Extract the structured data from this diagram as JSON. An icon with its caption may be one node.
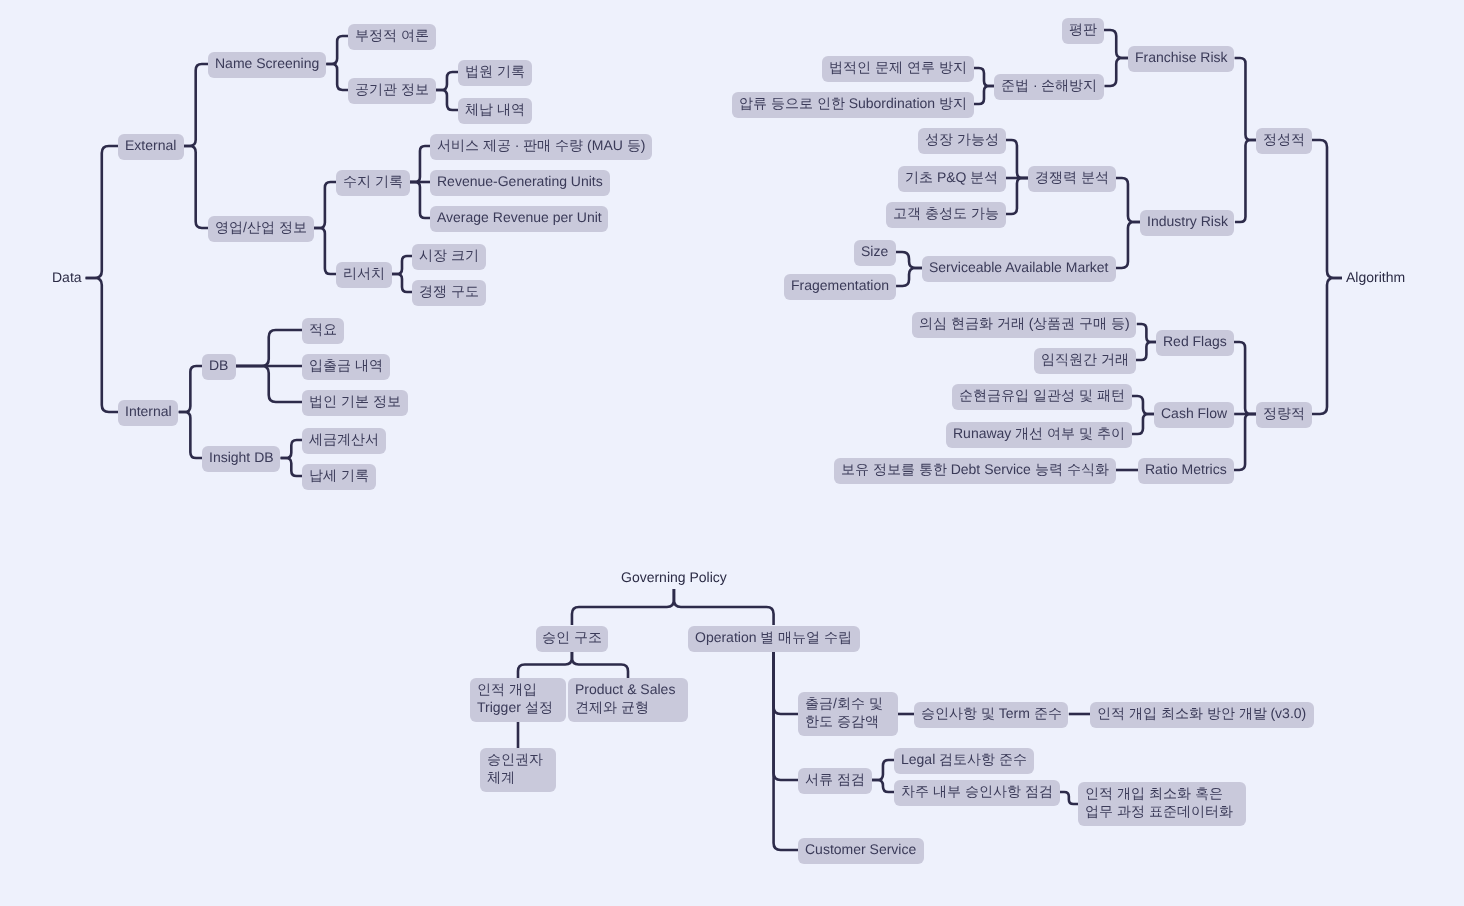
{
  "diagram": {
    "nodes": [
      {
        "text": [
          "Data"
        ]
      },
      {
        "text": [
          "External"
        ]
      },
      {
        "text": [
          "Name Screening"
        ]
      },
      {
        "text": [
          "부정적 여론"
        ]
      },
      {
        "text": [
          "공기관 정보"
        ]
      },
      {
        "text": [
          "법원 기록"
        ]
      },
      {
        "text": [
          "체납 내역"
        ]
      },
      {
        "text": [
          "영업/산업 정보"
        ]
      },
      {
        "text": [
          "수지 기록"
        ]
      },
      {
        "text": [
          "서비스 제공 · 판매 수량 (MAU 등)"
        ]
      },
      {
        "text": [
          "Revenue-Generating Units"
        ]
      },
      {
        "text": [
          "Average Revenue per Unit"
        ]
      },
      {
        "text": [
          "리서치"
        ]
      },
      {
        "text": [
          "시장 크기"
        ]
      },
      {
        "text": [
          "경쟁 구도"
        ]
      },
      {
        "text": [
          "Internal"
        ]
      },
      {
        "text": [
          "DB"
        ]
      },
      {
        "text": [
          "적요"
        ]
      },
      {
        "text": [
          "입출금 내역"
        ]
      },
      {
        "text": [
          "법인 기본 정보"
        ]
      },
      {
        "text": [
          "Insight DB"
        ]
      },
      {
        "text": [
          "세금계산서"
        ]
      },
      {
        "text": [
          "납세 기록"
        ]
      },
      {
        "text": [
          "Algorithm"
        ]
      },
      {
        "text": [
          "정성적"
        ]
      },
      {
        "text": [
          "Franchise Risk"
        ]
      },
      {
        "text": [
          "평판"
        ]
      },
      {
        "text": [
          "준법 · 손해방지"
        ]
      },
      {
        "text": [
          "법적인 문제 연루 방지"
        ]
      },
      {
        "text": [
          "압류 등으로 인한 Subordination 방지"
        ]
      },
      {
        "text": [
          "Industry Risk"
        ]
      },
      {
        "text": [
          "경쟁력 분석"
        ]
      },
      {
        "text": [
          "성장 가능성"
        ]
      },
      {
        "text": [
          "기초 P&Q 분석"
        ]
      },
      {
        "text": [
          "고객 충성도 가능"
        ]
      },
      {
        "text": [
          "Serviceable Available Market"
        ]
      },
      {
        "text": [
          "Size"
        ]
      },
      {
        "text": [
          "Fragementation"
        ]
      },
      {
        "text": [
          "정량적"
        ]
      },
      {
        "text": [
          "Red Flags"
        ]
      },
      {
        "text": [
          "의심 현금화 거래 (상품권 구매 등)"
        ]
      },
      {
        "text": [
          "임직원간 거래"
        ]
      },
      {
        "text": [
          "Cash Flow"
        ]
      },
      {
        "text": [
          "순현금유입 일관성 및 패턴"
        ]
      },
      {
        "text": [
          "Runaway 개선 여부 및 추이"
        ]
      },
      {
        "text": [
          "Ratio Metrics"
        ]
      },
      {
        "text": [
          "보유 정보를 통한 Debt Service 능력 수식화"
        ]
      },
      {
        "text": [
          "Governing Policy"
        ]
      },
      {
        "text": [
          "승인 구조"
        ]
      },
      {
        "text": [
          "인적 개입 Trigger 설정"
        ]
      },
      {
        "text": [
          "승인권자 체계"
        ]
      },
      {
        "text": [
          "Product & Sales 견제와 균형"
        ]
      },
      {
        "text": [
          "Operation 별 매뉴얼 수립"
        ]
      },
      {
        "text": [
          "출금/회수 및 한도 증감액"
        ]
      },
      {
        "text": [
          "승인사항 및 Term 준수"
        ]
      },
      {
        "text": [
          "인적 개입 최소화 방안 개발 (v3.0)"
        ]
      },
      {
        "text": [
          "서류 점검"
        ]
      },
      {
        "text": [
          "Legal 검토사항 준수"
        ]
      },
      {
        "text": [
          "차주 내부 승인사항 점검"
        ]
      },
      {
        "text": [
          "인적 개입 최소화 혹은 업무 과정 표준데이터화"
        ]
      },
      {
        "text": [
          "Customer Service"
        ]
      }
    ],
    "edges": [
      {
        "from": 0,
        "to": 1,
        "arrow": "none"
      },
      {
        "from": 0,
        "to": 15,
        "arrow": "none"
      },
      {
        "from": 1,
        "to": 2,
        "arrow": "none"
      },
      {
        "from": 1,
        "to": 7,
        "arrow": "none"
      },
      {
        "from": 2,
        "to": 3,
        "arrow": "none"
      },
      {
        "from": 2,
        "to": 4,
        "arrow": "none"
      },
      {
        "from": 4,
        "to": 5,
        "arrow": "none"
      },
      {
        "from": 4,
        "to": 6,
        "arrow": "none"
      },
      {
        "from": 7,
        "to": 8,
        "arrow": "none"
      },
      {
        "from": 7,
        "to": 12,
        "arrow": "none"
      },
      {
        "from": 8,
        "to": 9,
        "arrow": "none"
      },
      {
        "from": 8,
        "to": 10,
        "arrow": "none"
      },
      {
        "from": 8,
        "to": 11,
        "arrow": "none"
      },
      {
        "from": 12,
        "to": 13,
        "arrow": "none"
      },
      {
        "from": 12,
        "to": 14,
        "arrow": "none"
      },
      {
        "from": 15,
        "to": 16,
        "arrow": "none"
      },
      {
        "from": 15,
        "to": 20,
        "arrow": "none"
      },
      {
        "from": 16,
        "to": 17,
        "arrow": "none"
      },
      {
        "from": 16,
        "to": 18,
        "arrow": "none"
      },
      {
        "from": 16,
        "to": 19,
        "arrow": "none"
      },
      {
        "from": 20,
        "to": 21,
        "arrow": "none"
      },
      {
        "from": 20,
        "to": 22,
        "arrow": "none"
      },
      {
        "from": 23,
        "to": 24,
        "arrow": "none"
      },
      {
        "from": 23,
        "to": 38,
        "arrow": "none"
      },
      {
        "from": 24,
        "to": 25,
        "arrow": "none"
      },
      {
        "from": 24,
        "to": 30,
        "arrow": "none"
      },
      {
        "from": 25,
        "to": 26,
        "arrow": "none"
      },
      {
        "from": 25,
        "to": 27,
        "arrow": "none"
      },
      {
        "from": 27,
        "to": 28,
        "arrow": "none"
      },
      {
        "from": 27,
        "to": 29,
        "arrow": "none"
      },
      {
        "from": 30,
        "to": 31,
        "arrow": "none"
      },
      {
        "from": 30,
        "to": 35,
        "arrow": "none"
      },
      {
        "from": 31,
        "to": 32,
        "arrow": "none"
      },
      {
        "from": 31,
        "to": 33,
        "arrow": "none"
      },
      {
        "from": 31,
        "to": 34,
        "arrow": "none"
      },
      {
        "from": 35,
        "to": 36,
        "arrow": "none"
      },
      {
        "from": 35,
        "to": 37,
        "arrow": "none"
      },
      {
        "from": 38,
        "to": 39,
        "arrow": "none"
      },
      {
        "from": 38,
        "to": 42,
        "arrow": "none"
      },
      {
        "from": 38,
        "to": 45,
        "arrow": "none"
      },
      {
        "from": 39,
        "to": 40,
        "arrow": "none"
      },
      {
        "from": 39,
        "to": 41,
        "arrow": "none"
      },
      {
        "from": 42,
        "to": 43,
        "arrow": "none"
      },
      {
        "from": 42,
        "to": 44,
        "arrow": "none"
      },
      {
        "from": 45,
        "to": 46,
        "arrow": "none"
      },
      {
        "from": 47,
        "to": 48,
        "arrow": "none"
      },
      {
        "from": 47,
        "to": 52,
        "arrow": "none"
      },
      {
        "from": 48,
        "to": 49,
        "arrow": "none"
      },
      {
        "from": 48,
        "to": 51,
        "arrow": "none"
      },
      {
        "from": 49,
        "to": 50,
        "arrow": "none"
      },
      {
        "from": 52,
        "to": 53,
        "arrow": "none"
      },
      {
        "from": 52,
        "to": 56,
        "arrow": "none"
      },
      {
        "from": 52,
        "to": 60,
        "arrow": "none"
      },
      {
        "from": 53,
        "to": 54,
        "arrow": "none"
      },
      {
        "from": 54,
        "to": 55,
        "arrow": "none"
      },
      {
        "from": 56,
        "to": 57,
        "arrow": "none"
      },
      {
        "from": 56,
        "to": 58,
        "arrow": "none"
      },
      {
        "from": 58,
        "to": 59,
        "arrow": "none"
      }
    ]
  }
}
